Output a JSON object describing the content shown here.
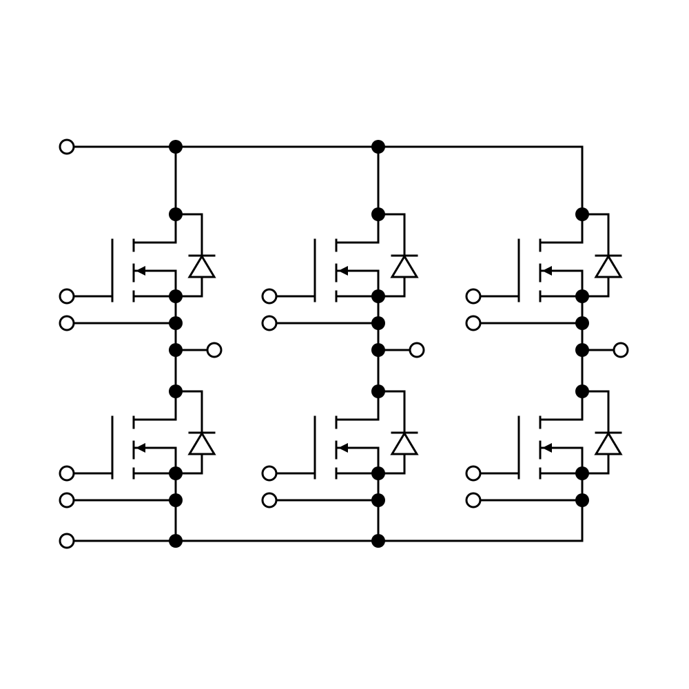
{
  "diagram": {
    "kind": "three-phase MOSFET bridge schematic",
    "colors": {
      "line": "#000000",
      "background": "#ffffff",
      "terminal_fill": "#ffffff"
    },
    "legs": [
      {
        "id": "leg-1",
        "switches": [
          "upper",
          "lower"
        ],
        "has_body_diode": true
      },
      {
        "id": "leg-2",
        "switches": [
          "upper",
          "lower"
        ],
        "has_body_diode": true
      },
      {
        "id": "leg-3",
        "switches": [
          "upper",
          "lower"
        ],
        "has_body_diode": true
      }
    ],
    "icons": [
      "mosfet-symbol-icon",
      "diode-symbol-icon",
      "terminal-circle-icon",
      "junction-dot-icon"
    ]
  }
}
